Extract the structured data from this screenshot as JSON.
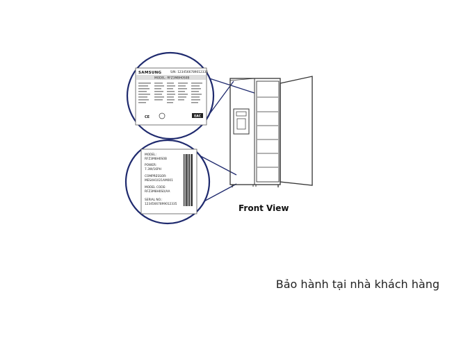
{
  "diagram": {
    "front_view_label": "Front View",
    "top_label": {
      "brand": "SAMSUNG",
      "serial": "S/N: 1234566789012335",
      "model": "MODEL: RFZ3M8H0S0B",
      "cert_marks": [
        "CE",
        "EAC"
      ]
    },
    "bottom_label": {
      "lines": [
        "MODEL:",
        "RFZ3M8H0S0B",
        "POWER:",
        "7.3W/16PH",
        "COMPRESSOR:",
        "MES4H1021AM001",
        "MODEL CODE:",
        "RFZ3M8H0S0/AA",
        "SERIAL NO.:",
        "12345667899012335"
      ]
    }
  },
  "caption": "Bảo hành tại nhà khách hàng",
  "colors": {
    "callout": "#1f2a6e",
    "outline": "#333333"
  }
}
